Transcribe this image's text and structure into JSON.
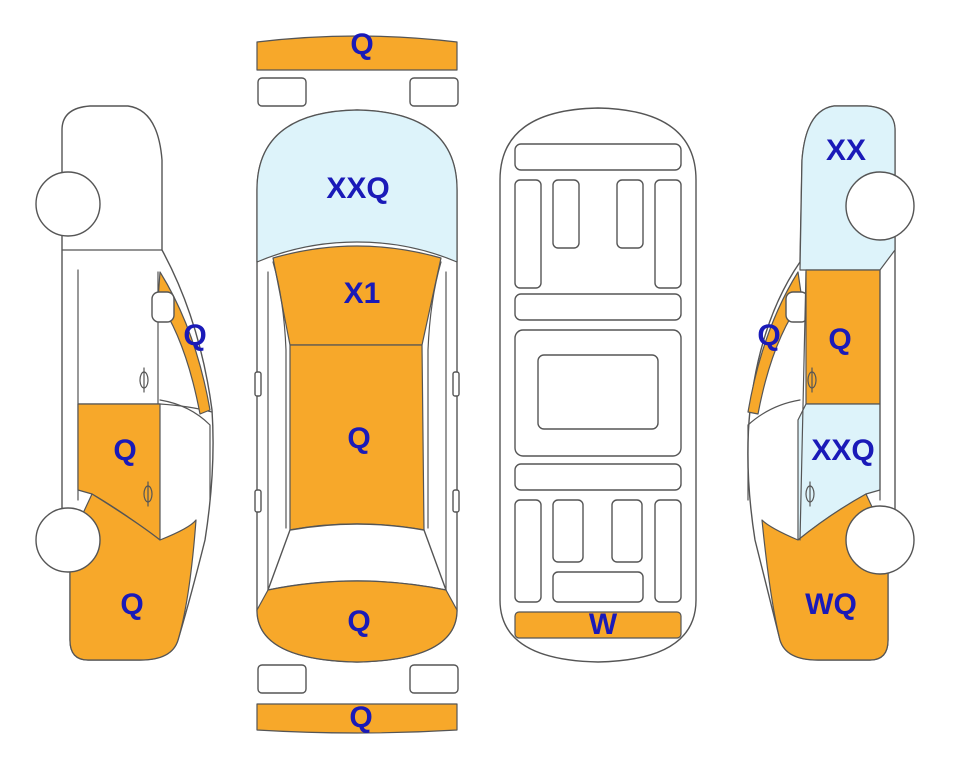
{
  "colors": {
    "repaint": "#F7A82A",
    "replace": "#DDF3FA",
    "label": "#1A1AB8",
    "outline": "#555555"
  },
  "labels": {
    "front_bumper": "Q",
    "hood": "XXQ",
    "windshield": "X1",
    "roof": "Q",
    "trunk": "Q",
    "rear_bumper": "Q",
    "left_a_pillar": "Q",
    "left_rear_door": "Q",
    "left_rear_quarter": "Q",
    "underbody_rear": "W",
    "right_front_fender": "XX",
    "right_a_pillar": "Q",
    "right_front_door": "Q",
    "right_rear_door": "XXQ",
    "right_rear_quarter": "WQ"
  }
}
